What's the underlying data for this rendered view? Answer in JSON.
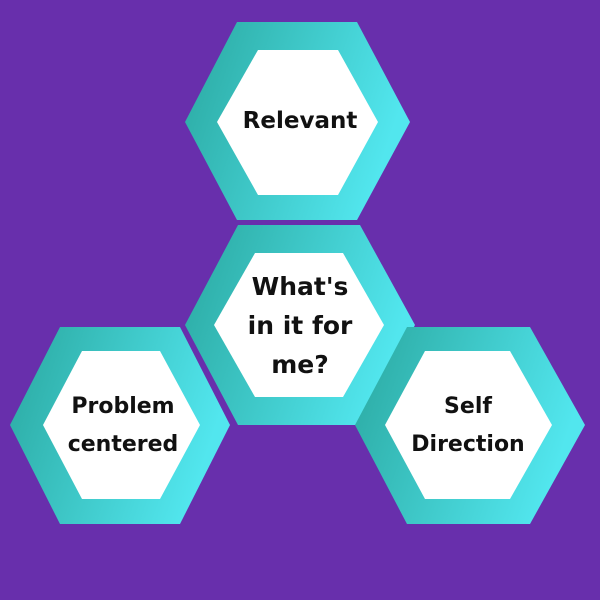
{
  "background": "#682fac",
  "hexagon_colors": {
    "ring_start": "#2aa8a0",
    "ring_end": "#52e6ee",
    "inner": "#ffffff",
    "text": "#111111"
  },
  "hexagons": {
    "relevant": {
      "label": "Relevant"
    },
    "center": {
      "label": "What's\nin it for\nme?"
    },
    "problem": {
      "label": "Problem\ncentered"
    },
    "self": {
      "label": "Self\nDirection"
    }
  }
}
